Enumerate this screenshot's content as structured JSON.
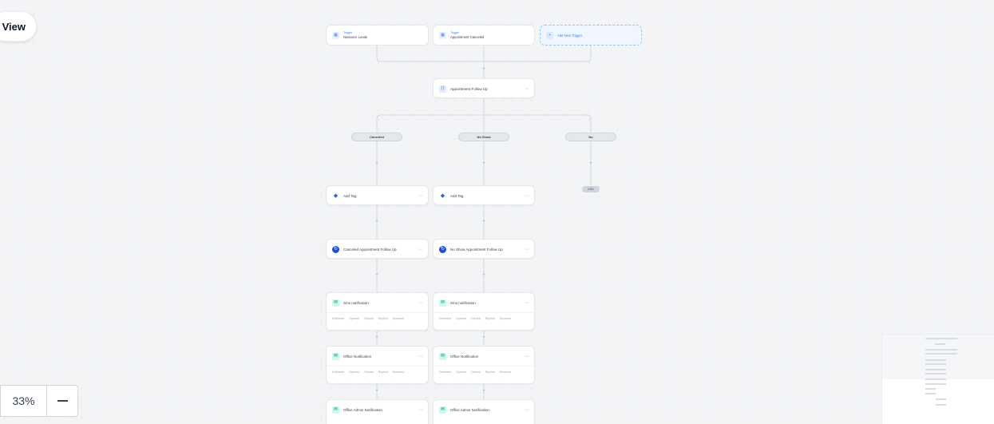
{
  "toolbar": {
    "view_label": "View",
    "zoom_level": "33%"
  },
  "triggers": [
    {
      "label": "Trigger",
      "name": "Nuisance Leads"
    },
    {
      "label": "Trigger",
      "name": "Appointment Canceled"
    }
  ],
  "add_trigger": {
    "label": "Add New Trigger"
  },
  "router": {
    "title": "Appointment Follow Up"
  },
  "branches": [
    "Canceled",
    "No Show",
    "No"
  ],
  "end_label": "END",
  "columns": [
    {
      "add_tag": "Add Tag",
      "workflow": "Canceled Appointment Follow Up",
      "sms_1": "Sms notification",
      "office_notification": "Office Notification",
      "office_admin": "Office Admin Notification"
    },
    {
      "add_tag": "Add Tag",
      "workflow": "No Show Appointment Follow Up",
      "sms_1": "Sms notification",
      "office_notification": "Office Notification",
      "office_admin": "Office Admin Notification"
    }
  ],
  "stats": {
    "headers": [
      "Delivered",
      "Opened",
      "Clicked",
      "Replied",
      "Bounced"
    ],
    "values": [
      "-",
      "-",
      "-",
      "-",
      "-"
    ]
  },
  "menu_glyph": "···",
  "colors": {
    "canvas": "#f3f4f6",
    "accent": "#3b82f6",
    "sms": "#10b981",
    "tag": "#2563eb"
  }
}
